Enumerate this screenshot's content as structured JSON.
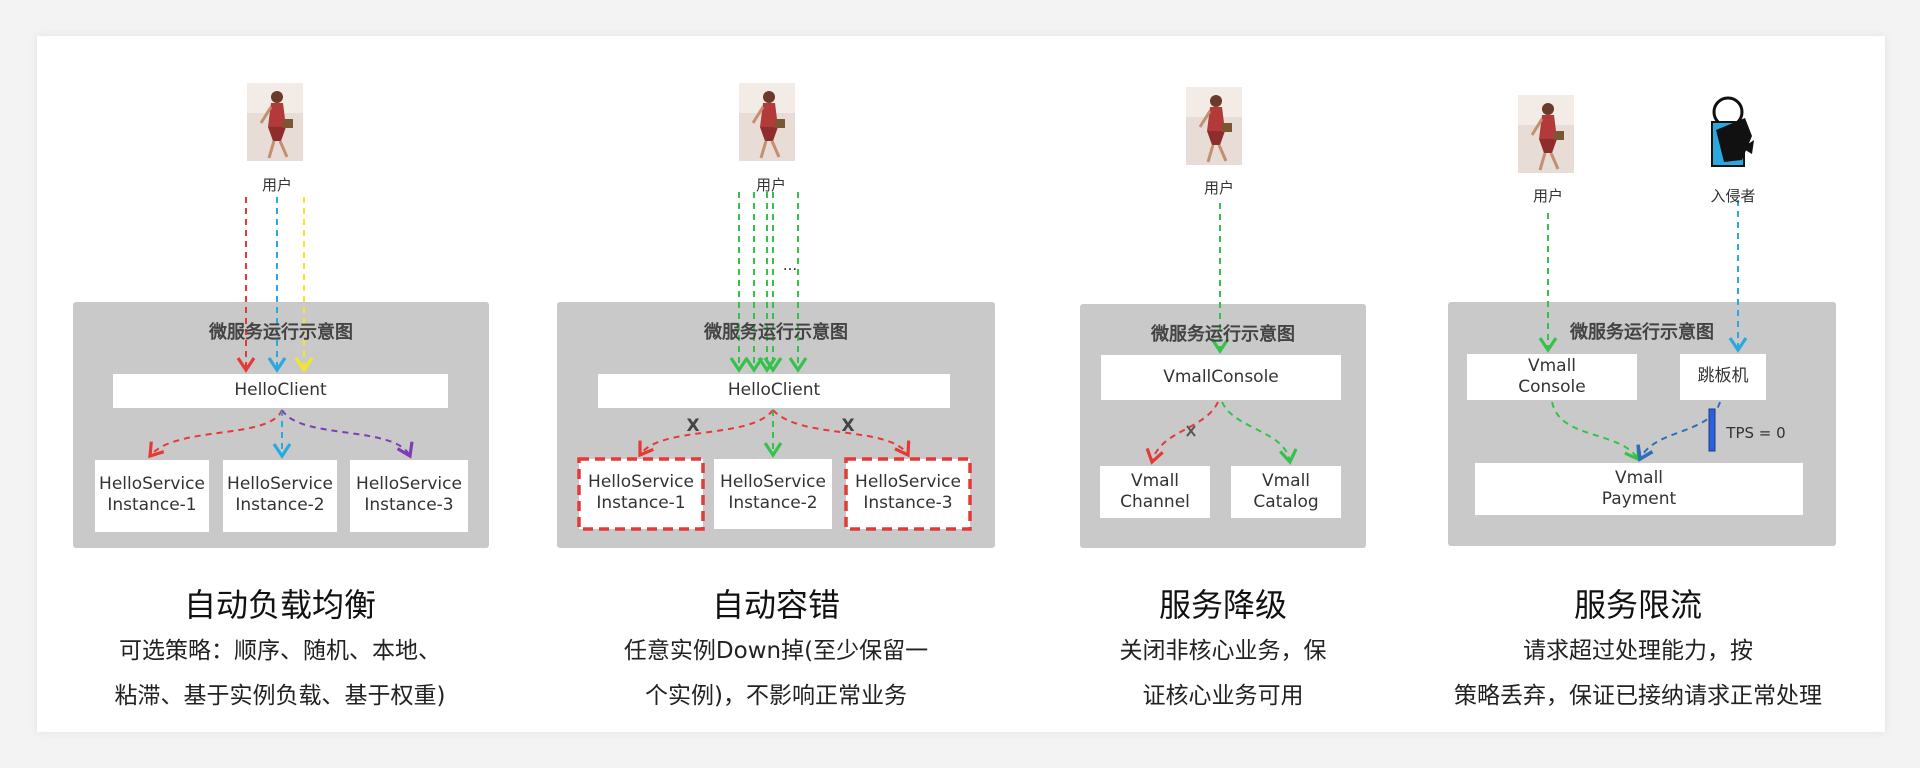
{
  "colors": {
    "panel_bg": "#c9c9c9",
    "node_bg": "#ffffff",
    "red": "#e53935",
    "blue": "#29a9e0",
    "yellow": "#f5e52a",
    "purple": "#7b3fb5",
    "green": "#35c24b",
    "steelblue": "#2f6fb8"
  },
  "sections": [
    {
      "panel_title": "微服务运行示意图",
      "user_label": "用户",
      "client": "HelloClient",
      "instances": [
        {
          "line1": "HelloService",
          "line2": "Instance-1"
        },
        {
          "line1": "HelloService",
          "line2": "Instance-2"
        },
        {
          "line1": "HelloService",
          "line2": "Instance-3"
        }
      ],
      "heading": "自动负载均衡",
      "desc_line1": "可选策略：顺序、随机、本地、",
      "desc_line2": "粘滞、基于实例负载、基于权重)"
    },
    {
      "panel_title": "微服务运行示意图",
      "user_label": "用户",
      "ellipsis": "...",
      "client": "HelloClient",
      "instances": [
        {
          "line1": "HelloService",
          "line2": "Instance-1"
        },
        {
          "line1": "HelloService",
          "line2": "Instance-2"
        },
        {
          "line1": "HelloService",
          "line2": "Instance-3"
        }
      ],
      "fail_mark": "X",
      "heading": "自动容错",
      "desc_line1": "任意实例Down掉(至少保留一",
      "desc_line2": "个实例)，不影响正常业务"
    },
    {
      "panel_title": "微服务运行示意图",
      "user_label": "用户",
      "console": "VmallConsole",
      "channel_line1": "Vmall",
      "channel_line2": "Channel",
      "catalog_line1": "Vmall",
      "catalog_line2": "Catalog",
      "heading": "服务降级",
      "desc_line1": "关闭非核心业务，保",
      "desc_line2": "证核心业务可用"
    },
    {
      "panel_title": "微服务运行示意图",
      "user_label": "用户",
      "intruder_label": "入侵者",
      "console_line1": "Vmall",
      "console_line2": "Console",
      "jump": "跳板机",
      "tps": "TPS = 0",
      "payment_line1": "Vmall",
      "payment_line2": "Payment",
      "heading": "服务限流",
      "desc_line1": "请求超过处理能力，按",
      "desc_line2": "策略丢弃，保证已接纳请求正常处理"
    }
  ]
}
